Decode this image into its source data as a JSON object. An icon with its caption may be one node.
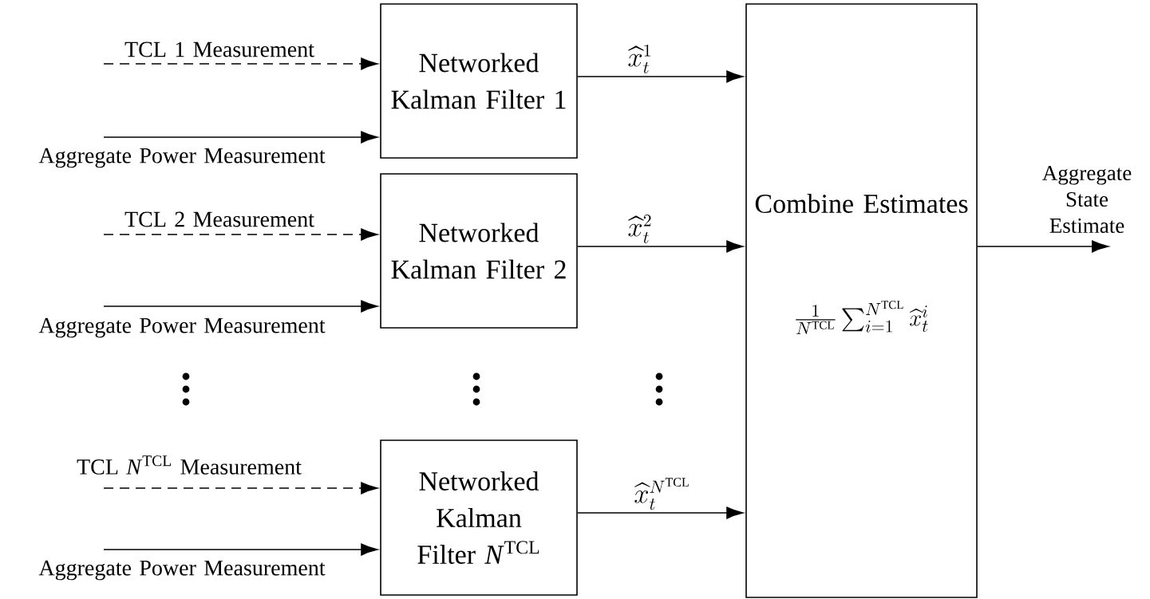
{
  "diagram": {
    "nodes": [
      {
        "text": [
          "Networked Kalman Filter 1"
        ]
      },
      {
        "text": [
          "Networked Kalman Filter 2"
        ]
      },
      {
        "text": [
          "Networked Kalman Filter *N*$^{TCL}$"
        ]
      },
      {
        "text": [
          "Combine Estimates",
          "\\frac{1}{N^{\\mathrm{TCL}}}\\sum_{i=1}^{N^{\\mathrm{TCL}}}\\widehat{x}_t^{i}"
        ]
      }
    ],
    "edges": [
      {
        "from": null,
        "to": 0,
        "arrow": "to",
        "style": "dashed",
        "label": "TCL 1 Measurement"
      },
      {
        "from": null,
        "to": 0,
        "arrow": "to",
        "label": "Aggregate Power Measurement"
      },
      {
        "from": null,
        "to": 1,
        "arrow": "to",
        "style": "dashed",
        "label": "TCL 2 Measurement"
      },
      {
        "from": null,
        "to": 1,
        "arrow": "to",
        "label": "Aggregate Power Measurement"
      },
      {
        "from": null,
        "to": 2,
        "arrow": "to",
        "style": "dashed",
        "label": "TCL *N*$^{TCL}$ Measurement"
      },
      {
        "from": null,
        "to": 2,
        "arrow": "to",
        "label": "Aggregate Power Measurement"
      },
      {
        "from": 0,
        "to": 3,
        "arrow": "to",
        "label": "\\widehat{x}_t^{1}"
      },
      {
        "from": 1,
        "to": 3,
        "arrow": "to",
        "label": "\\widehat{x}_t^{2}"
      },
      {
        "from": 2,
        "to": 3,
        "arrow": "to",
        "label": "\\widehat{x}_t^{N^{\\mathrm{TCL}}}"
      },
      {
        "from": 3,
        "to": null,
        "arrow": "to",
        "label": "Aggregate State Estimate"
      }
    ]
  }
}
